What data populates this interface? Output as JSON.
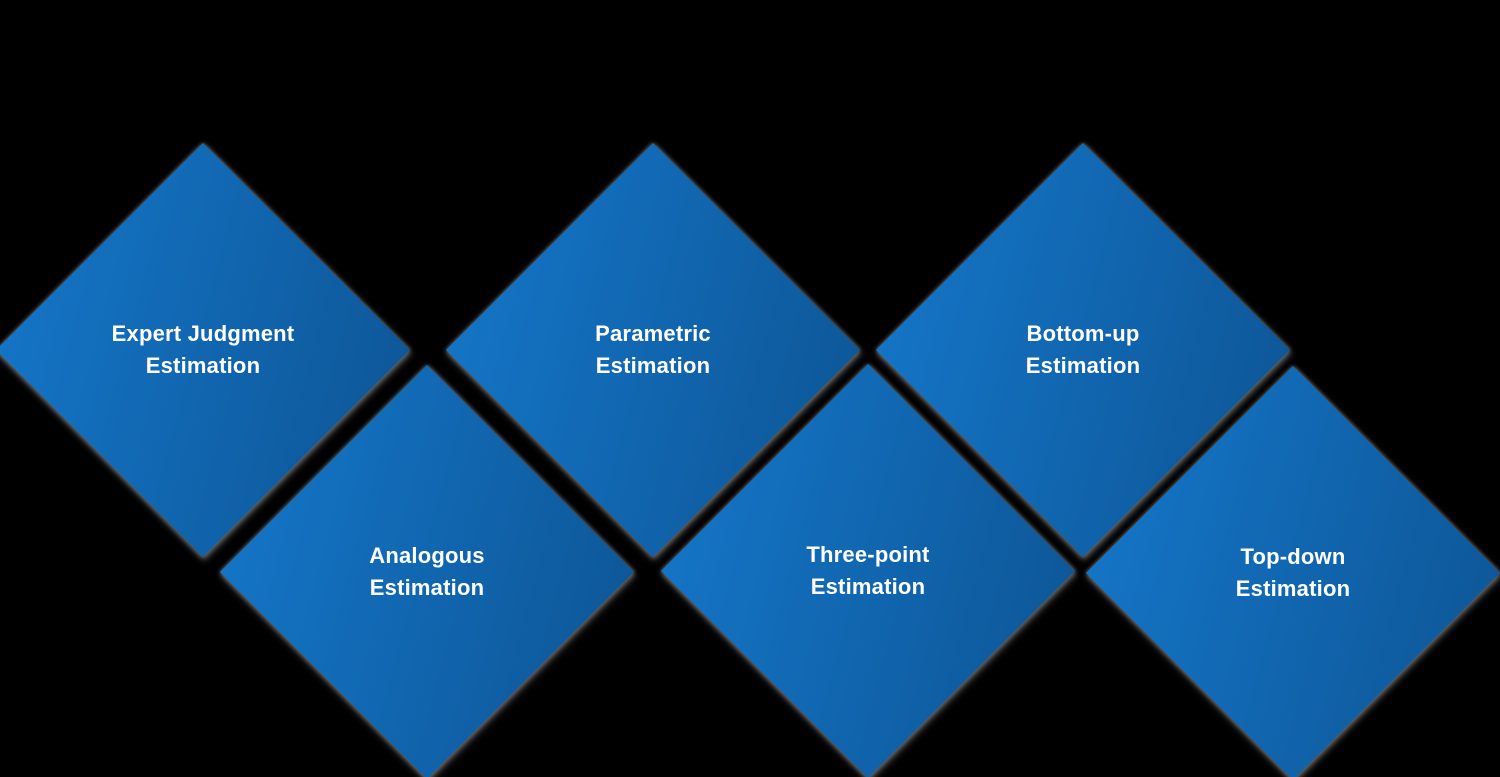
{
  "canvas": {
    "background_color": "#000000"
  },
  "diamond_style": {
    "gradient_start": "#1578CB",
    "gradient_end": "#0D5494",
    "text_color": "#FFFFFF",
    "shadow_color": "#707070"
  },
  "diamonds": [
    {
      "id": "expert-judgment-estimation",
      "line1": "Expert Judgment",
      "line2": "Estimation"
    },
    {
      "id": "analogous-estimation",
      "line1": "Analogous",
      "line2": "Estimation"
    },
    {
      "id": "parametric-estimation",
      "line1": "Parametric",
      "line2": "Estimation"
    },
    {
      "id": "three-point-estimation",
      "line1": "Three-point",
      "line2": "Estimation"
    },
    {
      "id": "bottom-up-estimation",
      "line1": "Bottom-up",
      "line2": "Estimation"
    },
    {
      "id": "top-down-estimation",
      "line1": "Top-down",
      "line2": "Estimation"
    }
  ]
}
